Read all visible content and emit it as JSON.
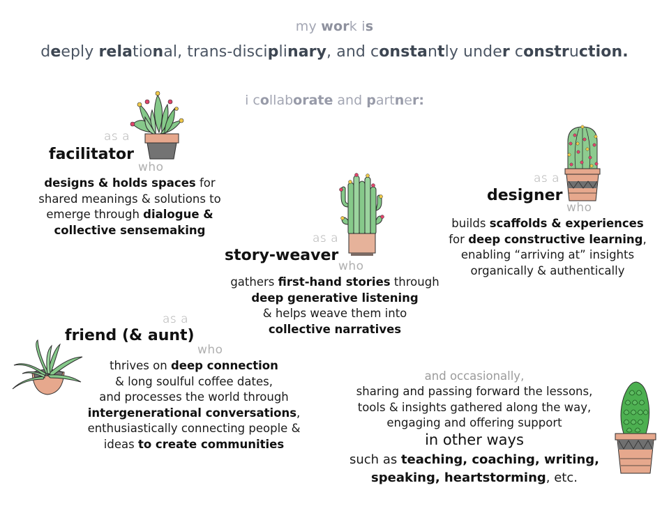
{
  "header": {
    "intro": [
      {
        "t": "my ",
        "b": false
      },
      {
        "t": "wo",
        "b": true
      },
      {
        "t": "r",
        "b": true
      },
      {
        "t": "k i",
        "b": false
      },
      {
        "t": "s",
        "b": true
      }
    ],
    "headline": [
      {
        "t": "d",
        "b": false
      },
      {
        "t": "e",
        "b": true
      },
      {
        "t": "eply ",
        "b": false
      },
      {
        "t": "rela",
        "b": true
      },
      {
        "t": "tio",
        "b": false
      },
      {
        "t": "n",
        "b": true
      },
      {
        "t": "al, trans-disci",
        "b": false
      },
      {
        "t": "p",
        "b": true
      },
      {
        "t": "li",
        "b": false
      },
      {
        "t": "nary",
        "b": true
      },
      {
        "t": ", and c",
        "b": false
      },
      {
        "t": "onsta",
        "b": true
      },
      {
        "t": "n",
        "b": false
      },
      {
        "t": "t",
        "b": true
      },
      {
        "t": "ly unde",
        "b": false
      },
      {
        "t": "r",
        "b": true
      },
      {
        "t": " c",
        "b": false
      },
      {
        "t": "onstr",
        "b": true
      },
      {
        "t": "u",
        "b": false
      },
      {
        "t": "ction.",
        "b": true
      }
    ],
    "collab": [
      {
        "t": "i c",
        "b": false
      },
      {
        "t": "o",
        "b": true
      },
      {
        "t": "llab",
        "b": false
      },
      {
        "t": "orate",
        "b": true
      },
      {
        "t": " and ",
        "b": false
      },
      {
        "t": "p",
        "b": true
      },
      {
        "t": "art",
        "b": false
      },
      {
        "t": "n",
        "b": true
      },
      {
        "t": "e",
        "b": false
      },
      {
        "t": "r:",
        "b": true
      }
    ]
  },
  "roles": {
    "facilitator": {
      "as_a": "as a",
      "title": "facilitator",
      "who": "who",
      "plant_icon": "agave-succulent-icon",
      "lines": [
        [
          {
            "t": "designs & holds spaces",
            "b": true
          },
          {
            "t": " for",
            "b": false
          }
        ],
        [
          {
            "t": "shared meanings & solutions to",
            "b": false
          }
        ],
        [
          {
            "t": "emerge through ",
            "b": false
          },
          {
            "t": "dialogue &",
            "b": true
          }
        ],
        [
          {
            "t": "collective sensemaking",
            "b": true
          }
        ]
      ]
    },
    "designer": {
      "as_a": "as a",
      "title": "designer",
      "who": "who",
      "plant_icon": "barrel-cactus-icon",
      "lines": [
        [
          {
            "t": "builds ",
            "b": false
          },
          {
            "t": "scaffolds & experiences",
            "b": true
          }
        ],
        [
          {
            "t": "for ",
            "b": false
          },
          {
            "t": "deep constructive learning",
            "b": true
          },
          {
            "t": ",",
            "b": false
          }
        ],
        [
          {
            "t": "enabling “arriving at” insights",
            "b": false
          }
        ],
        [
          {
            "t": "organically & authentically",
            "b": false
          }
        ]
      ]
    },
    "story_weaver": {
      "as_a": "as a",
      "title": "story-weaver",
      "who": "who",
      "plant_icon": "columnar-cactus-icon",
      "lines": [
        [
          {
            "t": "gathers ",
            "b": false
          },
          {
            "t": "first-hand stories",
            "b": true
          },
          {
            "t": " through",
            "b": false
          }
        ],
        [
          {
            "t": "deep generative listening",
            "b": true
          }
        ],
        [
          {
            "t": "& helps weave them into",
            "b": false
          }
        ],
        [
          {
            "t": "collective narratives",
            "b": true
          }
        ]
      ]
    },
    "friend": {
      "as_a": "as a",
      "title": "friend (& aunt)",
      "who": "who",
      "plant_icon": "spider-plant-icon",
      "lines": [
        [
          {
            "t": "thrives on ",
            "b": false
          },
          {
            "t": "deep connection",
            "b": true
          }
        ],
        [
          {
            "t": "& long soulful coffee dates,",
            "b": false
          }
        ],
        [
          {
            "t": "and processes the world through",
            "b": false
          }
        ],
        [
          {
            "t": "intergenerational conversations",
            "b": true
          },
          {
            "t": ",",
            "b": false
          }
        ],
        [
          {
            "t": "enthusiastically  connecting people &",
            "b": false
          }
        ],
        [
          {
            "t": "ideas ",
            "b": false
          },
          {
            "t": "to create communities",
            "b": true
          }
        ]
      ]
    }
  },
  "occasionally": {
    "label": "and occasionally,",
    "plant_icon": "artichoke-cactus-icon",
    "line1": "sharing and passing forward the lessons,",
    "line2": "tools & insights gathered along the way,",
    "line3": "engaging and offering support",
    "big": "in other ways",
    "line5": [
      {
        "t": "such as ",
        "b": false
      },
      {
        "t": "teaching, coaching, writing,",
        "b": true
      }
    ],
    "line6": [
      {
        "t": "speaking, heartstorming",
        "b": true
      },
      {
        "t": ", etc.",
        "b": false
      }
    ]
  },
  "colors": {
    "leaf_green": "#7cc47f",
    "leaf_dark": "#4aa04f",
    "pot_peach": "#e6a88d",
    "pot_gray": "#707070",
    "flower_pink": "#e0456b",
    "flower_yellow": "#f0c94a",
    "heading_gray": "#4b5563",
    "sub_gray": "#a3a6b3"
  }
}
